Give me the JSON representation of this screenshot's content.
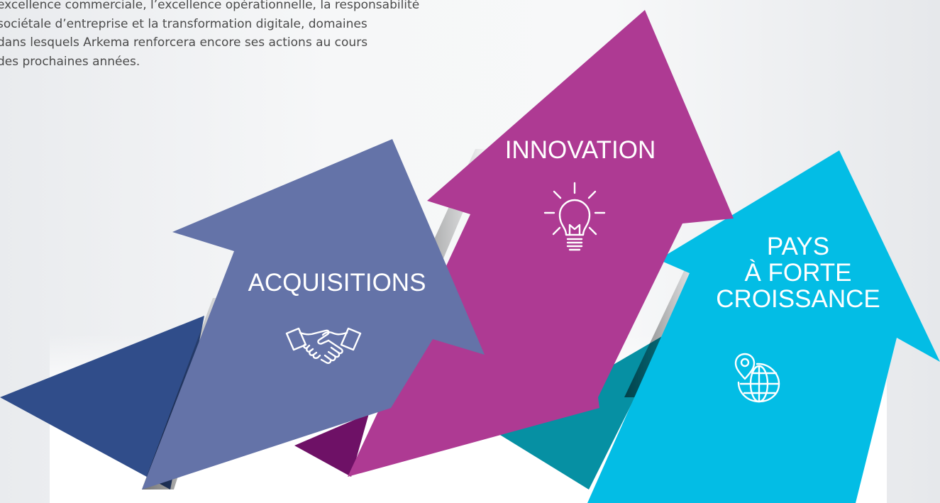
{
  "intro_text": {
    "line1": "excellence commerciale, l’excellence opérationnelle, la responsabilité",
    "line2": "sociétale d’entreprise et la transformation digitale, domaines",
    "line3": "dans lesquels Arkema renforcera encore ses actions au cours",
    "line4": "des prochaines années."
  },
  "arrows": {
    "acquisitions": {
      "label": "ACQUISITIONS",
      "color": "#6473a8",
      "shadow_color": "#304d8a",
      "icon": "handshake-icon"
    },
    "innovation": {
      "label": "INNOVATION",
      "color": "#ae3a93",
      "shadow_color": "#6e1166",
      "icon": "lightbulb-icon"
    },
    "pays": {
      "label_line1": "PAYS",
      "label_line2": "À FORTE",
      "label_line3": "CROISSANCE",
      "color": "#03bde5",
      "shadow_color": "#0690a3",
      "icon": "globe-pin-icon"
    }
  }
}
